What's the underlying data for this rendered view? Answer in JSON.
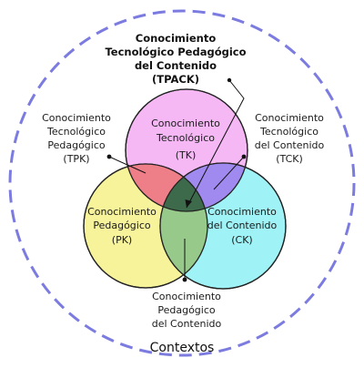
{
  "context_label": "Contextos",
  "tpack": {
    "line1": "Conocimiento",
    "line2": "Tecnológico Pedagógico",
    "line3": "del Contenido",
    "line4": "(TPACK)"
  },
  "tk": {
    "line1": "Conocimiento",
    "line2": "Tecnológico",
    "line3": "(TK)"
  },
  "pk": {
    "line1": "Conocimiento",
    "line2": "Pedagógico",
    "line3": "(PK)"
  },
  "ck": {
    "line1": "Conocimiento",
    "line2": "del Contenido",
    "line3": "(CK)"
  },
  "tpk": {
    "line1": "Conocimiento",
    "line2": "Tecnológico",
    "line3": "Pedagógico",
    "line4": "(TPK)"
  },
  "tck": {
    "line1": "Conocimiento",
    "line2": "Tecnológico",
    "line3": "del Contenido",
    "line4": "(TCK)"
  },
  "pck": {
    "line1": "Conocimiento",
    "line2": "Pedagógico",
    "line3": "del Contenido"
  },
  "colors": {
    "context_border": "#7b7be0",
    "tk": "#f5b8f5",
    "pk": "#f7f39a",
    "ck": "#9ff2f5",
    "tk_pk": "#ee7f88",
    "tk_ck": "#a08af0",
    "pk_ck": "#97c98a",
    "all": "#3d6a4a"
  }
}
